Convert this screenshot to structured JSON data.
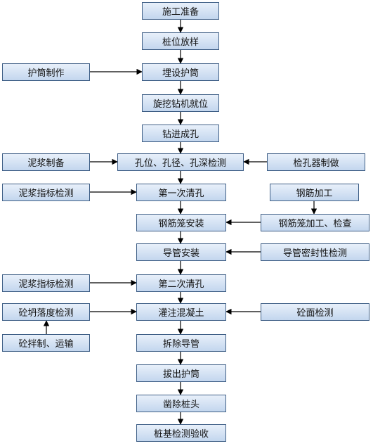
{
  "flowchart": {
    "nodes": [
      {
        "id": "n1",
        "label": "施工准备"
      },
      {
        "id": "n2",
        "label": "桩位放样"
      },
      {
        "id": "n3",
        "label": "护筒制作"
      },
      {
        "id": "n4",
        "label": "埋设护筒"
      },
      {
        "id": "n5",
        "label": "旋挖钻机就位"
      },
      {
        "id": "n6",
        "label": "钻进成孔"
      },
      {
        "id": "n7",
        "label": "泥浆制备"
      },
      {
        "id": "n8",
        "label": "孔位、孔径、孔深检测"
      },
      {
        "id": "n9",
        "label": "检孔器制做"
      },
      {
        "id": "n10",
        "label": "泥浆指标检测"
      },
      {
        "id": "n11",
        "label": "第一次清孔"
      },
      {
        "id": "n12",
        "label": "钢筋加工"
      },
      {
        "id": "n13",
        "label": "钢筋笼安装"
      },
      {
        "id": "n14",
        "label": "钢筋笼加工、检查"
      },
      {
        "id": "n15",
        "label": "导管安装"
      },
      {
        "id": "n16",
        "label": "导管密封性检测"
      },
      {
        "id": "n17",
        "label": "泥浆指标检测"
      },
      {
        "id": "n18",
        "label": "第二次清孔"
      },
      {
        "id": "n19",
        "label": "砼坍落度检测"
      },
      {
        "id": "n20",
        "label": "灌注混凝土"
      },
      {
        "id": "n21",
        "label": "砼面检测"
      },
      {
        "id": "n22",
        "label": "砼拌制、运输"
      },
      {
        "id": "n23",
        "label": "拆除导管"
      },
      {
        "id": "n24",
        "label": "拔出护筒"
      },
      {
        "id": "n25",
        "label": "凿除桩头"
      },
      {
        "id": "n26",
        "label": "桩基检测验收"
      }
    ],
    "edges": [
      {
        "from": "n1",
        "to": "n2"
      },
      {
        "from": "n2",
        "to": "n4"
      },
      {
        "from": "n3",
        "to": "n4"
      },
      {
        "from": "n4",
        "to": "n5"
      },
      {
        "from": "n5",
        "to": "n6"
      },
      {
        "from": "n6",
        "to": "n8"
      },
      {
        "from": "n7",
        "to": "n8"
      },
      {
        "from": "n9",
        "to": "n8"
      },
      {
        "from": "n8",
        "to": "n11"
      },
      {
        "from": "n10",
        "to": "n11"
      },
      {
        "from": "n11",
        "to": "n13"
      },
      {
        "from": "n12",
        "to": "n14"
      },
      {
        "from": "n14",
        "to": "n13"
      },
      {
        "from": "n13",
        "to": "n15"
      },
      {
        "from": "n16",
        "to": "n15"
      },
      {
        "from": "n15",
        "to": "n18"
      },
      {
        "from": "n17",
        "to": "n18"
      },
      {
        "from": "n18",
        "to": "n20"
      },
      {
        "from": "n19",
        "to": "n20"
      },
      {
        "from": "n21",
        "to": "n20"
      },
      {
        "from": "n22",
        "to": "n19"
      },
      {
        "from": "n20",
        "to": "n23"
      },
      {
        "from": "n23",
        "to": "n24"
      },
      {
        "from": "n24",
        "to": "n25"
      },
      {
        "from": "n25",
        "to": "n26"
      }
    ]
  }
}
